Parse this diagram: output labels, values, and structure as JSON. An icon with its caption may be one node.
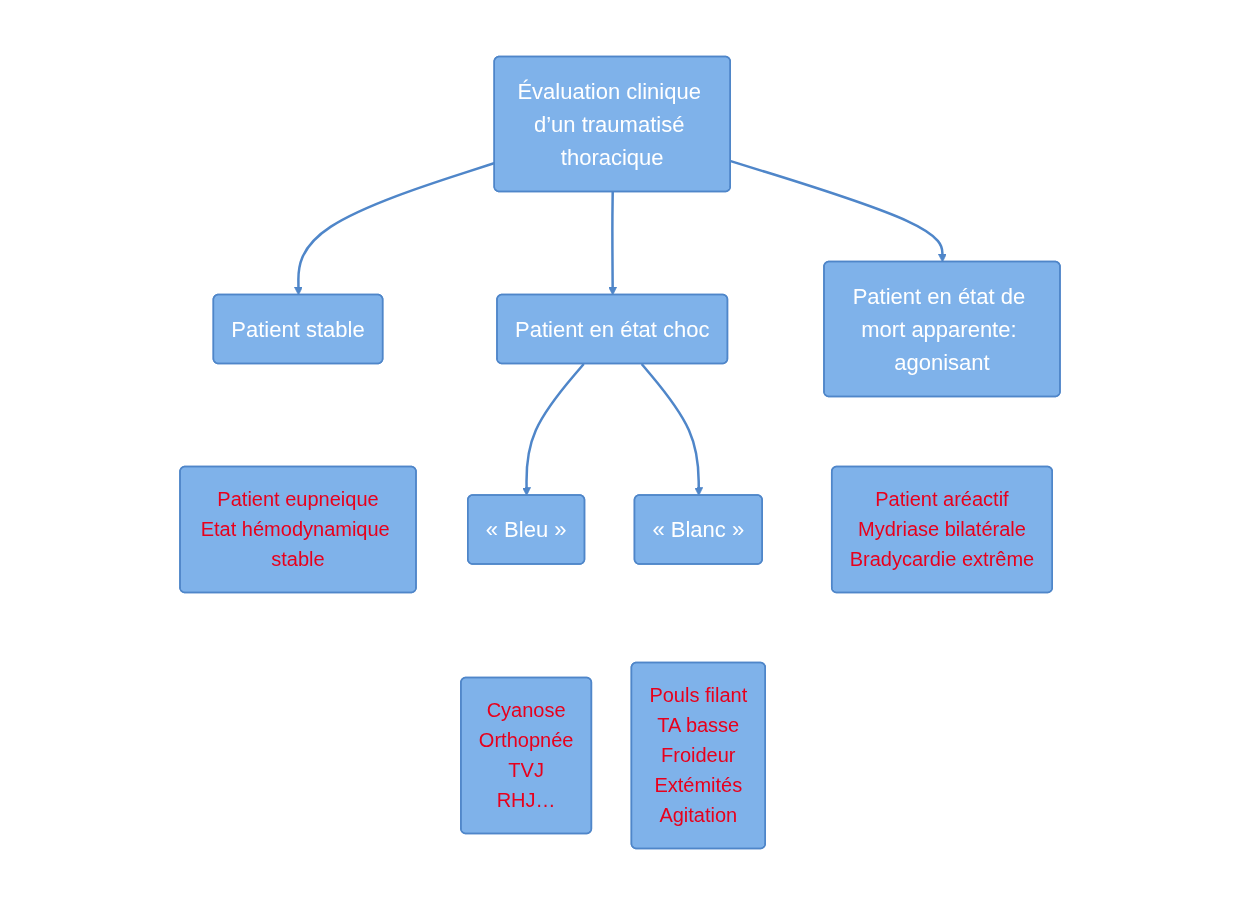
{
  "diagram": {
    "nodes": [
      {
        "text": [
          "Évaluation clinique d’un traumatisé thoracique"
        ]
      },
      {
        "text": [
          "Patient stable"
        ]
      },
      {
        "text": [
          "Patient en état choc"
        ]
      },
      {
        "text": [
          "Patient en état de mort apparente: agonisant"
        ]
      },
      {
        "text": [
          "Patient eupneique",
          "Etat hémodynamique stable"
        ]
      },
      {
        "text": [
          "« Bleu »"
        ]
      },
      {
        "text": [
          "« Blanc »"
        ]
      },
      {
        "text": [
          "Patient aréactif",
          "Mydriase bilatérale",
          "Bradycardie extrême"
        ]
      },
      {
        "text": [
          "Cyanose",
          "Orthopnée",
          "TVJ",
          "RHJ…"
        ]
      },
      {
        "text": [
          "Pouls filant",
          "TA basse",
          "Froideur",
          "Extémités",
          "Agitation"
        ]
      }
    ],
    "edges": [
      {
        "from": 0,
        "to": 1,
        "arrow": "to"
      },
      {
        "from": 0,
        "to": 2,
        "arrow": "to"
      },
      {
        "from": 0,
        "to": 3,
        "arrow": "to"
      },
      {
        "from": 2,
        "to": 5,
        "arrow": "to"
      },
      {
        "from": 2,
        "to": 6,
        "arrow": "to"
      }
    ]
  }
}
